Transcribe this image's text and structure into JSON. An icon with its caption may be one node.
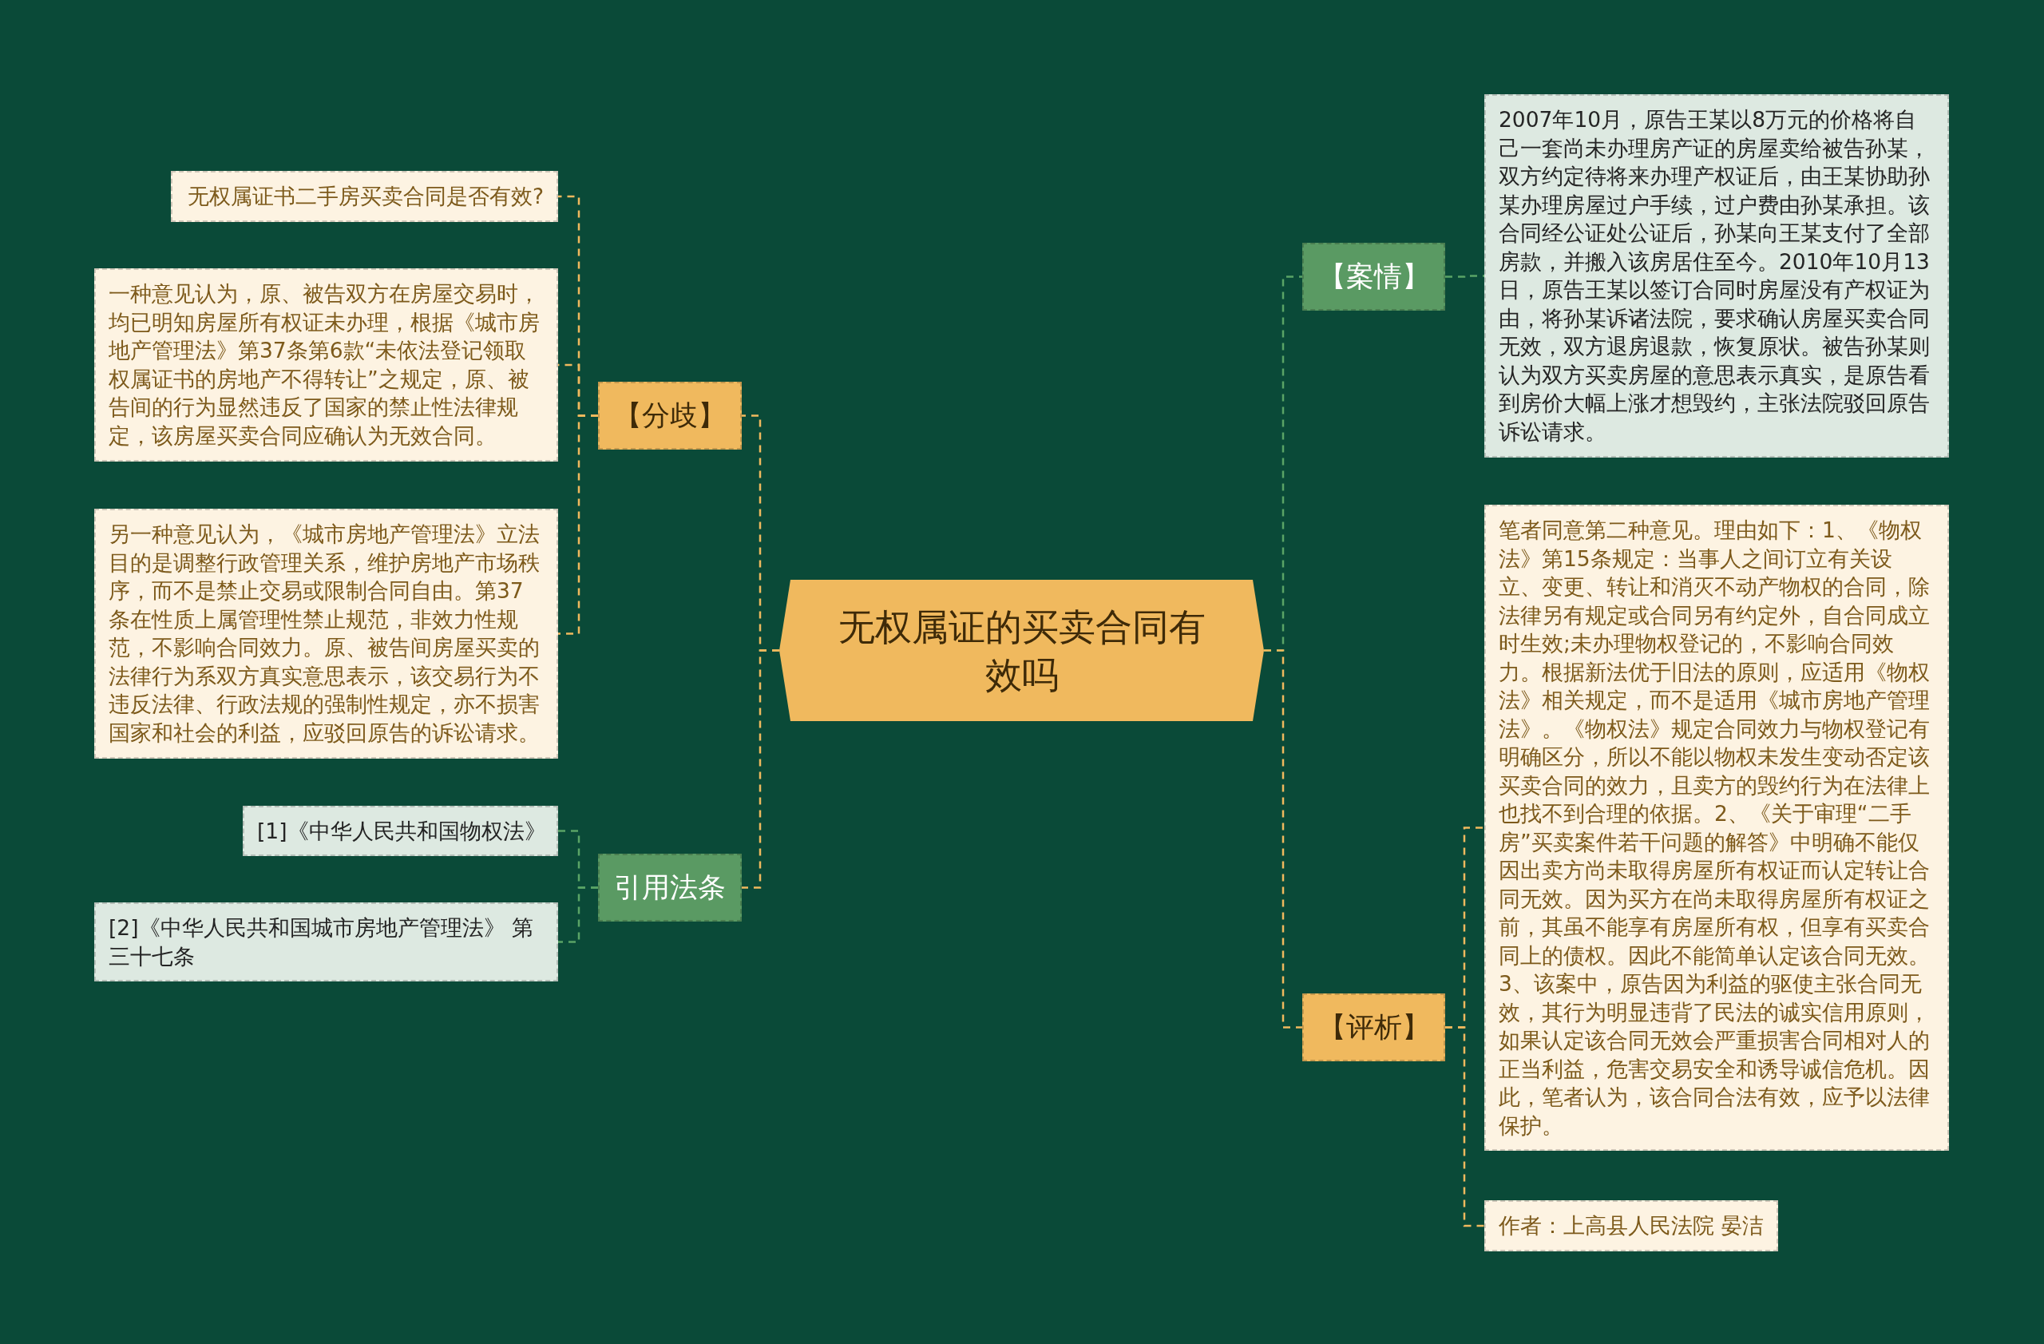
{
  "diagram": {
    "nodes": [
      {
        "text": [
          "无权属证的买卖合同有效吗"
        ]
      },
      {
        "text": [
          "【分歧】"
        ]
      },
      {
        "text": [
          "无权属证书二手房买卖合同是否有效?"
        ]
      },
      {
        "text": [
          "一种意见认为，原、被告双方在房屋交易时，均已明知房屋所有权证未办理，根据《城市房地产管理法》第37条第6款“未依法登记领取权属证书的房地产不得转让”之规定，原、被告间的行为显然违反了国家的禁止性法律规定，该房屋买卖合同应确认为无效合同。"
        ]
      },
      {
        "text": [
          "另一种意见认为，《城市房地产管理法》立法目的是调整行政管理关系，维护房地产市场秩序，而不是禁止交易或限制合同自由。第37条在性质上属管理性禁止规范，非效力性规范，不影响合同效力。原、被告间房屋买卖的法律行为系双方真实意思表示，该交易行为不违反法律、行政法规的强制性规定，亦不损害国家和社会的利益，应驳回原告的诉讼请求。"
        ]
      },
      {
        "text": [
          "引用法条"
        ]
      },
      {
        "text": [
          "[1]《中华人民共和国物权法》"
        ]
      },
      {
        "text": [
          "[2]《中华人民共和国城市房地产管理法》 第三十七条"
        ]
      },
      {
        "text": [
          "【案情】"
        ]
      },
      {
        "text": [
          "2007年10月，原告王某以8万元的价格将自己一套尚未办理房产证的房屋卖给被告孙某，双方约定待将来办理产权证后，由王某协助孙某办理房屋过户手续，过户费由孙某承担。该合同经公证处公证后，孙某向王某支付了全部房款，并搬入该房居住至今。2010年10月13日，原告王某以签订合同时房屋没有产权证为由，将孙某诉诸法院，要求确认房屋买卖合同无效，双方退房退款，恢复原状。被告孙某则认为双方买卖房屋的意思表示真实，是原告看到房价大幅上涨才想毁约，主张法院驳回原告诉讼请求。"
        ]
      },
      {
        "text": [
          "【评析】"
        ]
      },
      {
        "text": [
          "笔者同意第二种意见。理由如下：1、《物权法》第15条规定：当事人之间订立有关设立、变更、转让和消灭不动产物权的合同，除法律另有规定或合同另有约定外，自合同成立时生效;未办理物权登记的，不影响合同效力。根据新法优于旧法的原则，应适用《物权法》相关规定，而不是适用《城市房地产管理法》。《物权法》规定合同效力与物权登记有明确区分，所以不能以物权未发生变动否定该买卖合同的效力，且卖方的毁约行为在法律上也找不到合理的依据。2、《关于审理“二手房”买卖案件若干问题的解答》中明确不能仅因出卖方尚未取得房屋所有权证而认定转让合同无效。因为买方在尚未取得房屋所有权证之前，其虽不能享有房屋所有权，但享有买卖合同上的债权。因此不能简单认定该合同无效。3、该案中，原告因为利益的驱使主张合同无效，其行为明显违背了民法的诚实信用原则，如果认定该合同无效会严重损害合同相对人的正当利益，危害交易安全和诱导诚信危机。因此，笔者认为，该合同合法有效，应予以法律保护。"
        ]
      },
      {
        "text": [
          "作者：上高县人民法院 晏洁"
        ]
      }
    ],
    "edges": [
      {
        "from": 0,
        "to": 1,
        "arrow": "none",
        "style": "dashed",
        "color": "#f0b95e"
      },
      {
        "from": 1,
        "to": 2,
        "arrow": "none",
        "style": "dashed",
        "color": "#f0b95e"
      },
      {
        "from": 1,
        "to": 3,
        "arrow": "none",
        "style": "dashed",
        "color": "#f0b95e"
      },
      {
        "from": 1,
        "to": 4,
        "arrow": "none",
        "style": "dashed",
        "color": "#f0b95e"
      },
      {
        "from": 0,
        "to": 5,
        "arrow": "none",
        "style": "dashed",
        "color": "#f0b95e"
      },
      {
        "from": 5,
        "to": 6,
        "arrow": "none",
        "style": "dashed",
        "color": "#5aa466"
      },
      {
        "from": 5,
        "to": 7,
        "arrow": "none",
        "style": "dashed",
        "color": "#5aa466"
      },
      {
        "from": 0,
        "to": 8,
        "arrow": "none",
        "style": "dashed",
        "color": "#5aa466"
      },
      {
        "from": 8,
        "to": 9,
        "arrow": "none",
        "style": "dashed",
        "color": "#5aa466"
      },
      {
        "from": 0,
        "to": 10,
        "arrow": "none",
        "style": "dashed",
        "color": "#f0b95e"
      },
      {
        "from": 10,
        "to": 11,
        "arrow": "none",
        "style": "dashed",
        "color": "#f0b95e"
      },
      {
        "from": 10,
        "to": 12,
        "arrow": "none",
        "style": "dashed",
        "color": "#f0b95e"
      }
    ]
  }
}
